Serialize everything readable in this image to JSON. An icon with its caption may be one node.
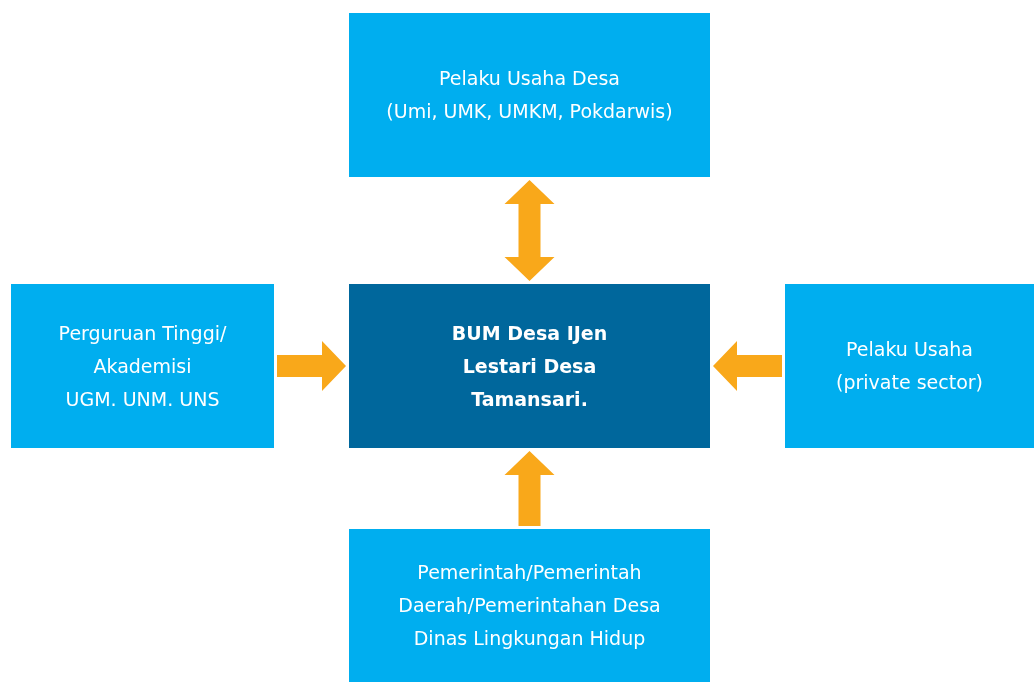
{
  "diagram": {
    "nodes": [
      {
        "text": [
          "Pelaku Usaha Desa",
          "(Umi, UMK, UMKM, Pokdarwis)"
        ]
      },
      {
        "text": [
          "Perguruan Tinggi/ Akademisi",
          "UGM. UNM. UNS"
        ]
      },
      {
        "text": [
          "BUM Desa IJen Lestari Desa Tamansari."
        ]
      },
      {
        "text": [
          "Pelaku Usaha (private sector)"
        ]
      },
      {
        "text": [
          "Pemerintah/Pemerintah Daerah/Pemerintahan Desa",
          "Dinas Lingkungan Hidup"
        ]
      }
    ],
    "edges": [
      {
        "from": 0,
        "to": 2,
        "arrow": "both"
      },
      {
        "from": 1,
        "to": 2,
        "arrow": "to"
      },
      {
        "from": 3,
        "to": 2,
        "arrow": "to"
      },
      {
        "from": 4,
        "to": 2,
        "arrow": "to"
      }
    ]
  }
}
